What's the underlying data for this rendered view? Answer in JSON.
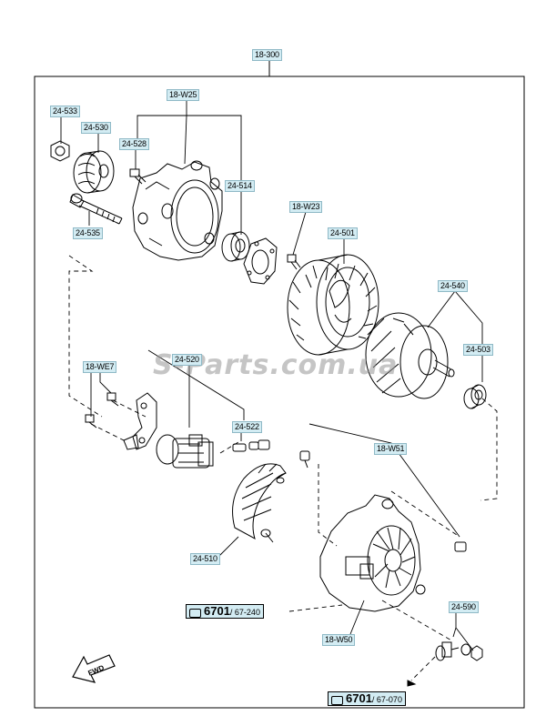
{
  "diagram": {
    "group_label": "18-300",
    "watermark": "S-Parts.com.ua",
    "fwd_label": "FWD",
    "labels": {
      "l24533": "24-533",
      "l24530": "24-530",
      "l18W25": "18-W25",
      "l24528": "24-528",
      "l24514": "24-514",
      "l24535": "24-535",
      "l18W23": "18-W23",
      "l24501": "24-501",
      "l24540": "24-540",
      "l24503": "24-503",
      "l18WE7": "18-WE7",
      "l24520": "24-520",
      "l24522": "24-522",
      "l18W51": "18-W51",
      "l24510": "24-510",
      "l24590": "24-590",
      "l18W50": "18-W50"
    },
    "refs": [
      {
        "page": "6701",
        "sub": "/ 67-240"
      },
      {
        "page": "6701",
        "sub": "/ 67-070"
      }
    ],
    "colors": {
      "label_bg": "#d3ecf3",
      "line": "#000000"
    }
  }
}
